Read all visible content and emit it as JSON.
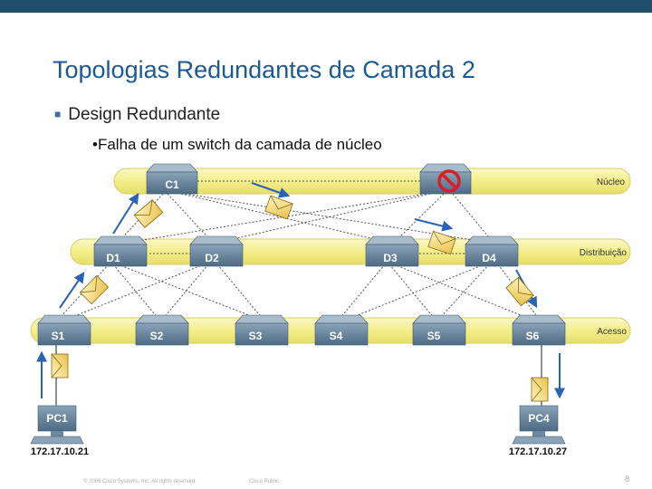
{
  "slide": {
    "title": "Topologias Redundantes de Camada 2",
    "bullet1": "Design Redundante",
    "bullet2": "Falha de um switch da camada de núcleo",
    "footer_copyright": "© 2006 Cisco Systems, Inc. All rights reserved.",
    "footer_public": "Cisco Public",
    "page_number": "8"
  },
  "diagram": {
    "layers": {
      "core": "Núcleo",
      "distribution": "Distribuição",
      "access": "Acesso"
    },
    "switches": {
      "c1": "C1",
      "d1": "D1",
      "d2": "D2",
      "d3": "D3",
      "d4": "D4",
      "s1": "S1",
      "s2": "S2",
      "s3": "S3",
      "s4": "S4",
      "s5": "S5",
      "s6": "S6"
    },
    "hosts": {
      "pc1": {
        "label": "PC1",
        "ip": "172.17.10.21"
      },
      "pc4": {
        "label": "PC4",
        "ip": "172.17.10.27"
      }
    },
    "colors": {
      "band": "#f7f3a0",
      "switch": "#5f7f97",
      "failure": "#d81f26",
      "arrow": "#2a62b8"
    }
  }
}
